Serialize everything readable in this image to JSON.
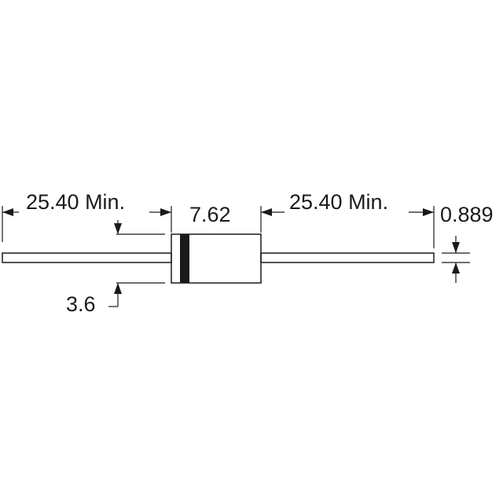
{
  "dimensions": {
    "left_lead_length": "25.40 Min.",
    "body_length": "7.62",
    "right_lead_length": "25.40 Min.",
    "lead_diameter": "0.889",
    "body_diameter": "3.6"
  },
  "colors": {
    "line": "#1a1a1a",
    "cathode_band": "#1a1a1a",
    "background": "#ffffff"
  }
}
